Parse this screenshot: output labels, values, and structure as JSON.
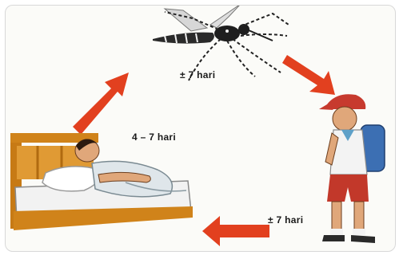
{
  "labels": {
    "mosquito": "± 7 hari",
    "patient": "4 – 7 hari",
    "child": "± 7 hari"
  },
  "colors": {
    "arrow": "#e2401f",
    "bed": "#d0831a",
    "skin": "#e0a77a",
    "shirt_blue": "#5ea0c8",
    "shorts": "#c2382a",
    "cap": "#c73a2e",
    "backpack": "#3c6fb3"
  },
  "icons": [
    "mosquito-icon",
    "sick-person-icon",
    "schoolchild-icon",
    "cycle-arrow-icon"
  ]
}
